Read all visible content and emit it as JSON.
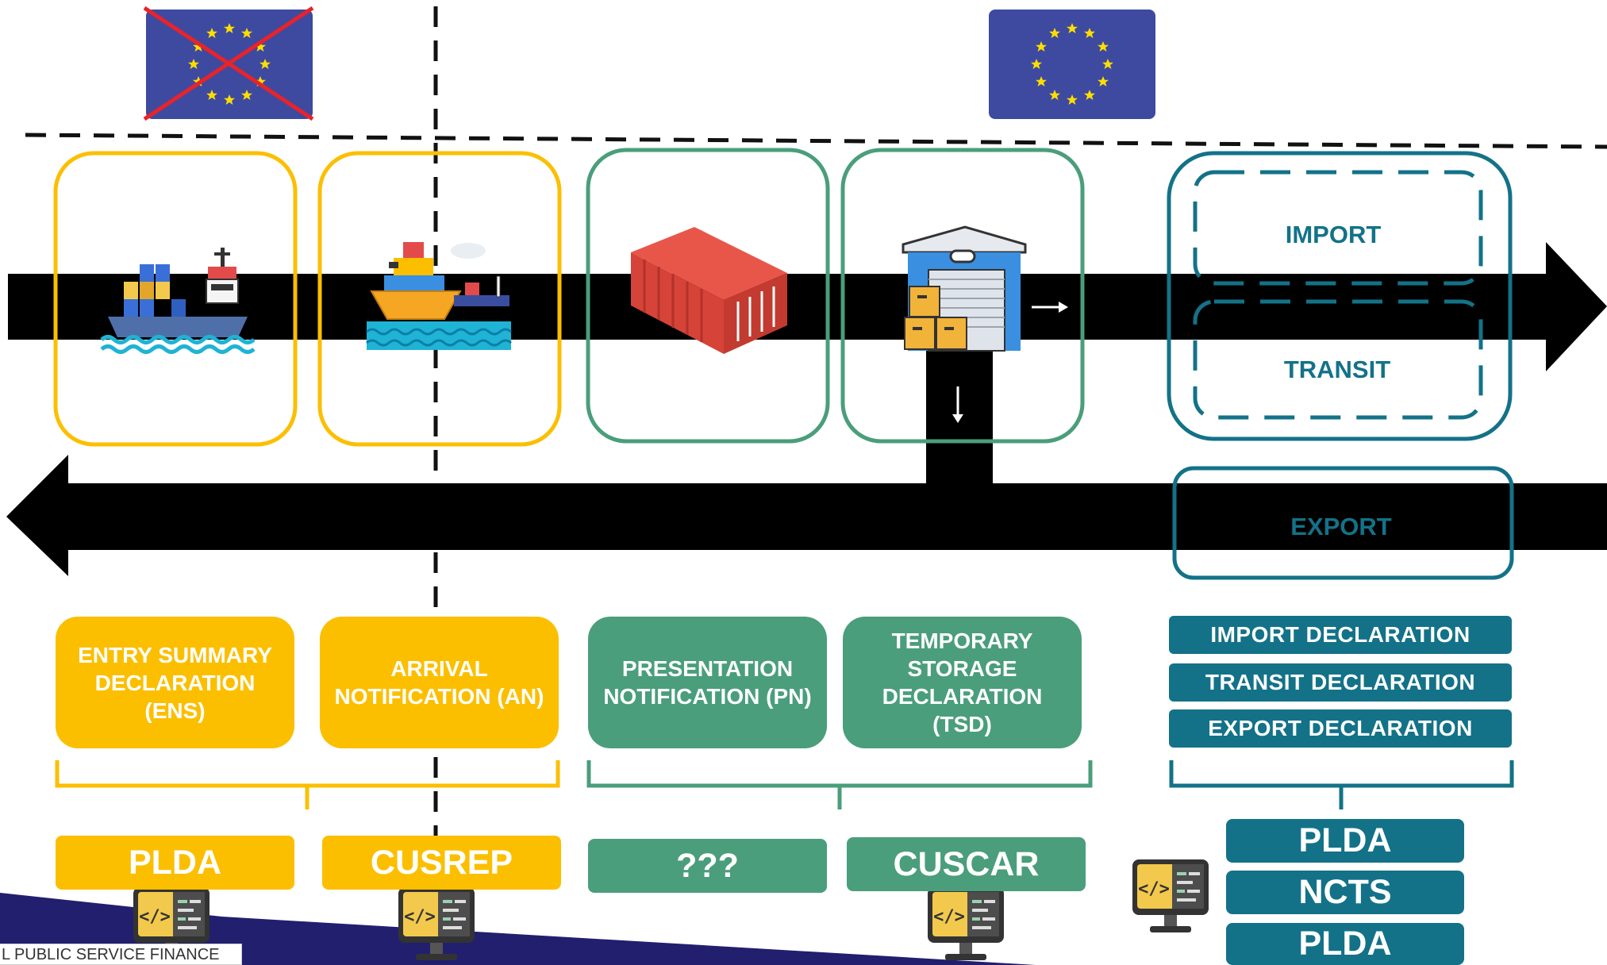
{
  "colors": {
    "yellow": "#fbbf00",
    "green": "#4a9e7b",
    "teal": "#137288",
    "eu_blue": "#3d4aa0",
    "star": "#ffdd00",
    "strike": "#e8232a"
  },
  "icons": [
    "eu-flag-crossed-icon",
    "eu-flag-icon",
    "container-ship-icon",
    "ferry-port-icon",
    "shipping-container-icon",
    "warehouse-icon",
    "computer-code-icon"
  ],
  "zones": {
    "import": "IMPORT",
    "transit": "TRANSIT",
    "export": "EXPORT"
  },
  "steps": [
    {
      "label": "ENTRY SUMMARY DECLARATION (ENS)"
    },
    {
      "label": "ARRIVAL NOTIFICATION (AN)"
    },
    {
      "label": "PRESENTATION NOTIFICATION (PN)"
    },
    {
      "label": "TEMPORARY STORAGE DECLARATION (TSD)"
    }
  ],
  "declarations": [
    "IMPORT  DECLARATION",
    "TRANSIT  DECLARATION",
    "EXPORT  DECLARATION"
  ],
  "systems": [
    "PLDA",
    "CUSREP",
    "???",
    "CUSCAR"
  ],
  "right_systems": [
    "PLDA",
    "NCTS",
    "PLDA"
  ],
  "footer": "L PUBLIC SERVICE FINANCE"
}
